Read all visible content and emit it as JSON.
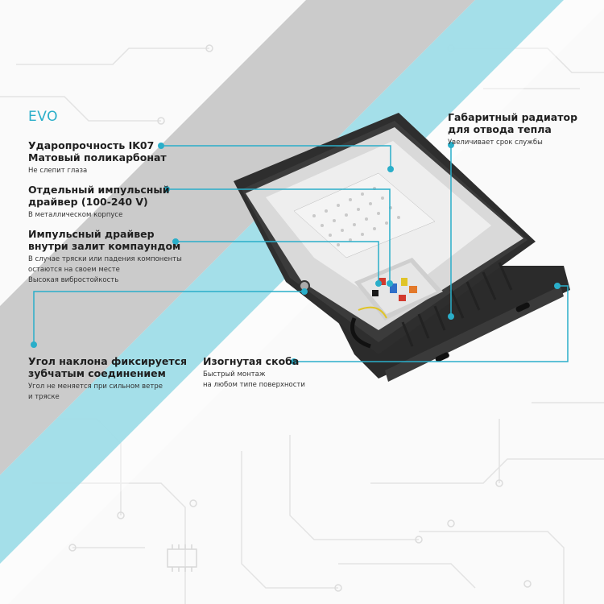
{
  "brand": "EVO",
  "callouts": {
    "impact": {
      "title": "Ударопрочность IK07\nМатовый поликарбонат",
      "sub": "Не слепит глаза"
    },
    "driver": {
      "title": "Отдельный импульсный\nдрайвер (100-240 V)",
      "sub": "В металлическом корпусе"
    },
    "compound": {
      "title": "Импульсный драйвер\nвнутри залит компаундом",
      "sub": "В случае тряски или падения компоненты\nостаются на своем месте\nВысокая вибростойкость"
    },
    "angle": {
      "title": "Угол наклона фиксируется\nзубчатым соединением",
      "sub": "Угол не меняется при сильном ветре\nи тряске"
    },
    "bracket": {
      "title": "Изогнутая скоба",
      "sub": "Быстрый монтаж\nна любом типе поверхности"
    },
    "radiator": {
      "title": "Габаритный радиатор\nдля отвода тепла",
      "sub": "Увеличивает срок службы"
    }
  },
  "colors": {
    "accent": "#2aaec9",
    "stripe_gray": "#c8c8c8",
    "stripe_blue": "#9cdde8",
    "housing": "#2b2b2b"
  }
}
